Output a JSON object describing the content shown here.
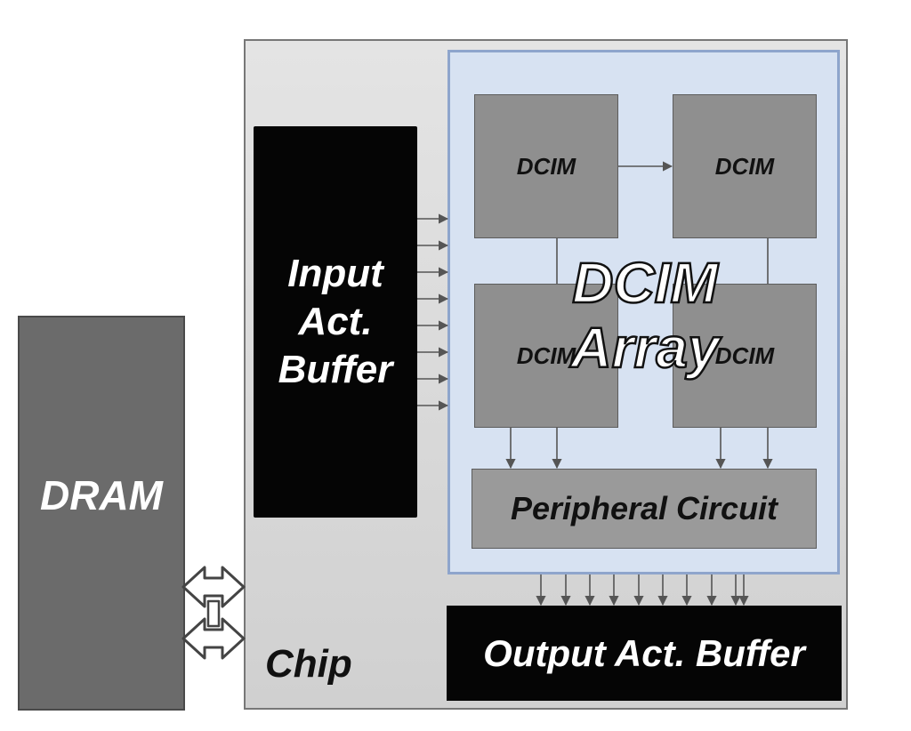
{
  "dram": {
    "label": "DRAM"
  },
  "chip": {
    "label": "Chip"
  },
  "input_buffer": {
    "lines": [
      "Input",
      "Act.",
      "Buffer"
    ]
  },
  "dcim_array": {
    "overlay_lines": [
      "DCIM",
      "Array"
    ],
    "units": [
      "DCIM",
      "DCIM",
      "DCIM",
      "DCIM"
    ]
  },
  "peripheral": {
    "label": "Peripheral Circuit"
  },
  "output_buffer": {
    "label": "Output Act. Buffer"
  },
  "colors": {
    "dram_fill": "#6b6b6b",
    "chip_fill": "#d8d8d8",
    "array_fill": "#d7e2f2",
    "array_border": "#8ea5cc",
    "dcim_fill": "#8f8f8f",
    "buffer_fill": "#050505"
  }
}
